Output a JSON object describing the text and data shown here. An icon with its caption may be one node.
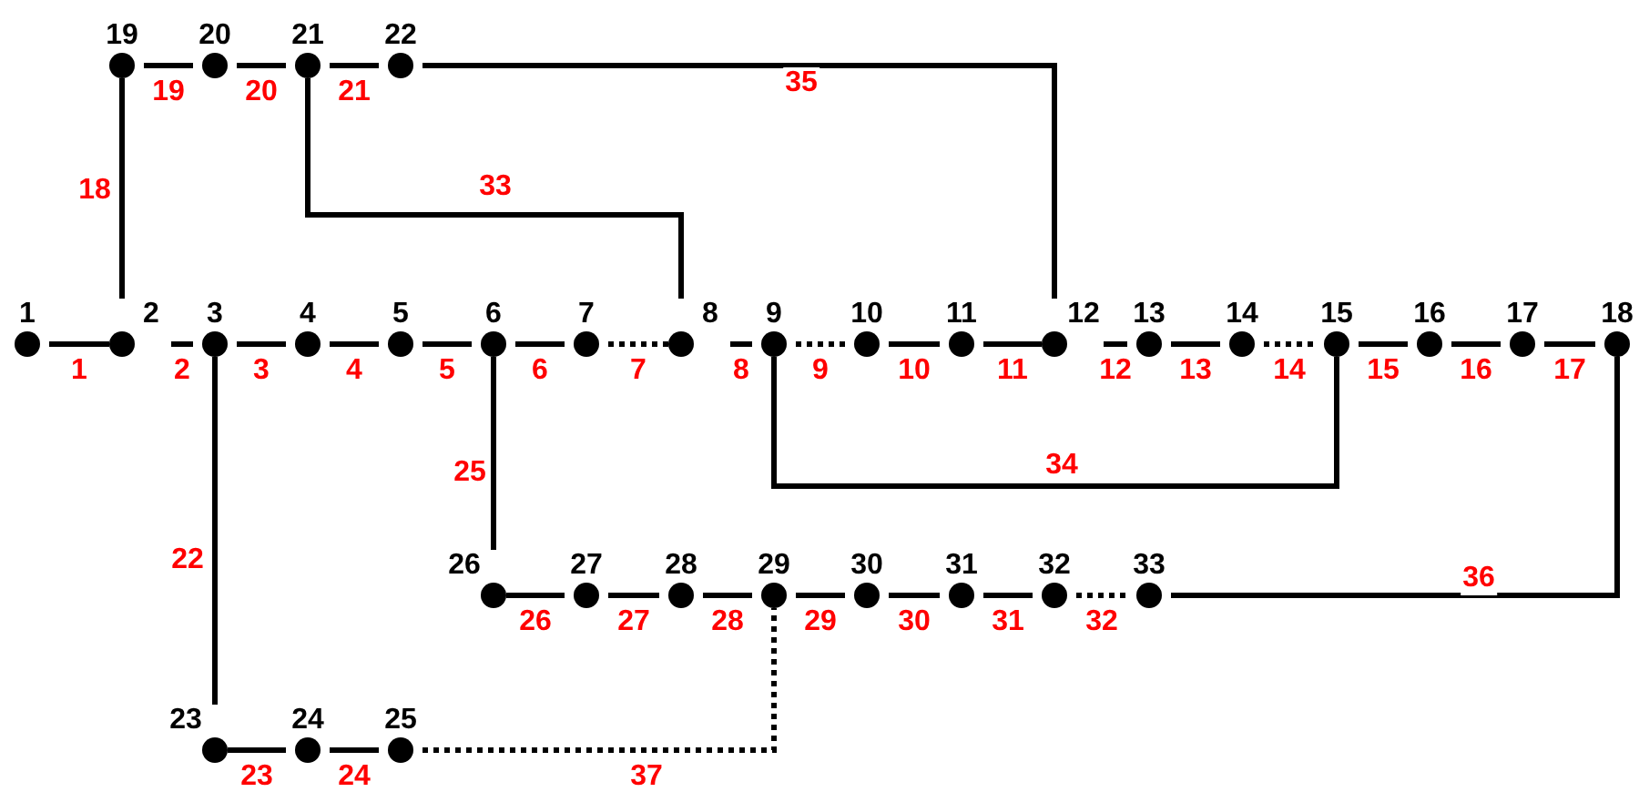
{
  "diagram": {
    "nodes": [
      {
        "text": [
          "1"
        ]
      },
      {
        "text": [
          "2"
        ]
      },
      {
        "text": [
          "3"
        ]
      },
      {
        "text": [
          "4"
        ]
      },
      {
        "text": [
          "5"
        ]
      },
      {
        "text": [
          "6"
        ]
      },
      {
        "text": [
          "7"
        ]
      },
      {
        "text": [
          "8"
        ]
      },
      {
        "text": [
          "9"
        ]
      },
      {
        "text": [
          "10"
        ]
      },
      {
        "text": [
          "11"
        ]
      },
      {
        "text": [
          "12"
        ]
      },
      {
        "text": [
          "13"
        ]
      },
      {
        "text": [
          "14"
        ]
      },
      {
        "text": [
          "15"
        ]
      },
      {
        "text": [
          "16"
        ]
      },
      {
        "text": [
          "17"
        ]
      },
      {
        "text": [
          "18"
        ]
      },
      {
        "text": [
          "19"
        ]
      },
      {
        "text": [
          "20"
        ]
      },
      {
        "text": [
          "21"
        ]
      },
      {
        "text": [
          "22"
        ]
      },
      {
        "text": [
          "23"
        ]
      },
      {
        "text": [
          "24"
        ]
      },
      {
        "text": [
          "25"
        ]
      },
      {
        "text": [
          "26"
        ]
      },
      {
        "text": [
          "27"
        ]
      },
      {
        "text": [
          "28"
        ]
      },
      {
        "text": [
          "29"
        ]
      },
      {
        "text": [
          "30"
        ]
      },
      {
        "text": [
          "31"
        ]
      },
      {
        "text": [
          "32"
        ]
      },
      {
        "text": [
          "33"
        ]
      }
    ],
    "edges": [
      {
        "from": 0,
        "to": 1,
        "arrow": "none",
        "label": "1"
      },
      {
        "from": 1,
        "to": 2,
        "arrow": "none",
        "label": "2"
      },
      {
        "from": 2,
        "to": 3,
        "arrow": "none",
        "label": "3"
      },
      {
        "from": 3,
        "to": 4,
        "arrow": "none",
        "label": "4"
      },
      {
        "from": 4,
        "to": 5,
        "arrow": "none",
        "label": "5"
      },
      {
        "from": 5,
        "to": 6,
        "arrow": "none",
        "label": "6"
      },
      {
        "from": 6,
        "to": 7,
        "arrow": "none",
        "label": "7",
        "style": "dashed"
      },
      {
        "from": 7,
        "to": 8,
        "arrow": "none",
        "label": "8"
      },
      {
        "from": 8,
        "to": 9,
        "arrow": "none",
        "label": "9",
        "style": "dashed"
      },
      {
        "from": 9,
        "to": 10,
        "arrow": "none",
        "label": "10"
      },
      {
        "from": 10,
        "to": 11,
        "arrow": "none",
        "label": "11"
      },
      {
        "from": 11,
        "to": 12,
        "arrow": "none",
        "label": "12"
      },
      {
        "from": 12,
        "to": 13,
        "arrow": "none",
        "label": "13"
      },
      {
        "from": 13,
        "to": 14,
        "arrow": "none",
        "label": "14",
        "style": "dashed"
      },
      {
        "from": 14,
        "to": 15,
        "arrow": "none",
        "label": "15"
      },
      {
        "from": 15,
        "to": 16,
        "arrow": "none",
        "label": "16"
      },
      {
        "from": 16,
        "to": 17,
        "arrow": "none",
        "label": "17"
      },
      {
        "from": 1,
        "to": 18,
        "arrow": "none",
        "label": "18"
      },
      {
        "from": 18,
        "to": 19,
        "arrow": "none",
        "label": "19"
      },
      {
        "from": 19,
        "to": 20,
        "arrow": "none",
        "label": "20"
      },
      {
        "from": 20,
        "to": 21,
        "arrow": "none",
        "label": "21"
      },
      {
        "from": 2,
        "to": 22,
        "arrow": "none",
        "label": "22"
      },
      {
        "from": 22,
        "to": 23,
        "arrow": "none",
        "label": "23"
      },
      {
        "from": 23,
        "to": 24,
        "arrow": "none",
        "label": "24"
      },
      {
        "from": 5,
        "to": 25,
        "arrow": "none",
        "label": "25"
      },
      {
        "from": 25,
        "to": 26,
        "arrow": "none",
        "label": "26"
      },
      {
        "from": 26,
        "to": 27,
        "arrow": "none",
        "label": "27"
      },
      {
        "from": 27,
        "to": 28,
        "arrow": "none",
        "label": "28"
      },
      {
        "from": 28,
        "to": 29,
        "arrow": "none",
        "label": "29"
      },
      {
        "from": 29,
        "to": 30,
        "arrow": "none",
        "label": "30"
      },
      {
        "from": 30,
        "to": 31,
        "arrow": "none",
        "label": "31"
      },
      {
        "from": 31,
        "to": 32,
        "arrow": "none",
        "label": "32",
        "style": "dashed"
      },
      {
        "from": 20,
        "to": 7,
        "arrow": "none",
        "label": "33"
      },
      {
        "from": 8,
        "to": 14,
        "arrow": "none",
        "label": "34"
      },
      {
        "from": 11,
        "to": 21,
        "arrow": "none",
        "label": "35"
      },
      {
        "from": 17,
        "to": 32,
        "arrow": "none",
        "label": "36"
      },
      {
        "from": 24,
        "to": 28,
        "arrow": "none",
        "label": "37",
        "style": "dashed"
      }
    ]
  }
}
